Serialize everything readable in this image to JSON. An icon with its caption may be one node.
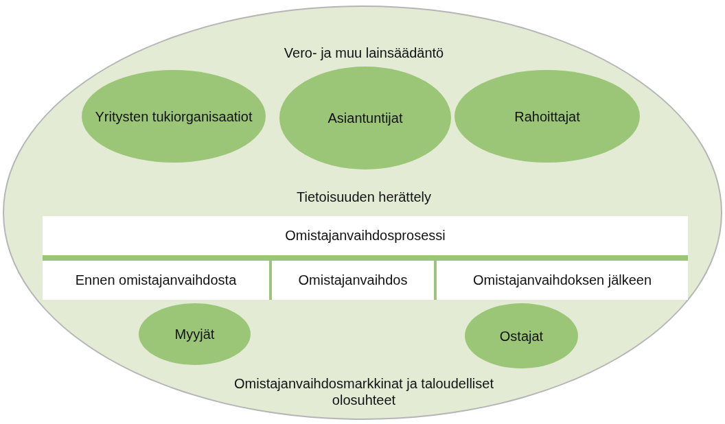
{
  "diagram": {
    "nodes": [
      {
        "text": [
          "Vero- ja muu lainsäädäntö",
          "Tietoisuuden herättely",
          "Omistajanvaihdosmarkkinat ja taloudelliset olosuhteet"
        ]
      },
      {
        "text": [
          "Yritysten tukiorganisaatiot"
        ],
        "in": 0
      },
      {
        "text": [
          "Asiantuntijat"
        ],
        "in": 0
      },
      {
        "text": [
          "Rahoittajat"
        ],
        "in": 0
      },
      {
        "text": [
          "Omistajanvaihdosprosessi"
        ],
        "in": 0
      },
      {
        "text": [
          "Ennen omistajanvaihdosta"
        ],
        "in": 4
      },
      {
        "text": [
          "Omistajanvaihdos"
        ],
        "in": 4
      },
      {
        "text": [
          "Omistajanvaihdoksen jälkeen"
        ],
        "in": 4
      },
      {
        "text": [
          "Myyjät"
        ],
        "in": 0
      },
      {
        "text": [
          "Ostajat"
        ],
        "in": 0
      }
    ],
    "edges": []
  }
}
